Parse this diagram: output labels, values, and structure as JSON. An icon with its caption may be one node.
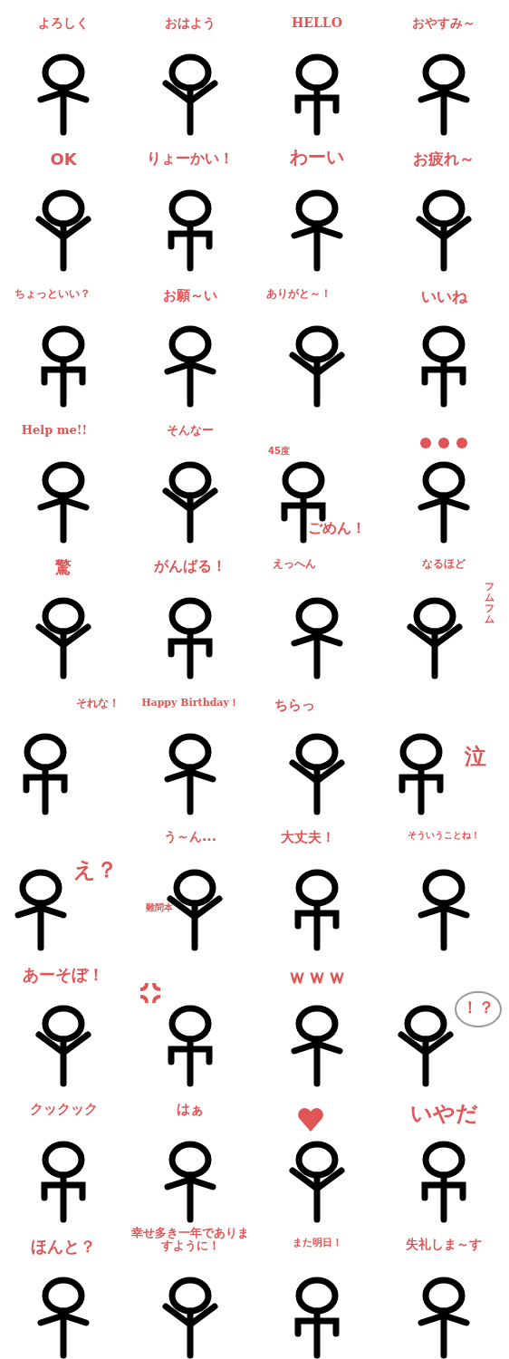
{
  "diagram": {
    "labels": [
      "よろしく",
      "おはよう",
      "HELLO",
      "おやすみ～",
      "OK",
      "りょーかい！",
      "わーい",
      "お疲れ～",
      "ちょっといい？",
      "お願～い",
      "ありがと～！",
      "いいね",
      "Help me!!",
      "そんなー",
      "45度",
      "ごめん！",
      "驚",
      "がんばる！",
      "えっへん",
      "なるほど",
      "フムフム",
      "それな！",
      "Happy Birthday！",
      "ちらっ",
      "泣",
      "え？",
      "う～ん...",
      "難問本",
      "大丈夫！",
      "そういうことね！",
      "あーそぼ！",
      "ｗｗｗ",
      "！？",
      "クックック",
      "はぁ",
      "いやだ",
      "ほんと？",
      "幸せ多き一年でありますように！",
      "また明日！",
      "失礼しま～す"
    ]
  }
}
